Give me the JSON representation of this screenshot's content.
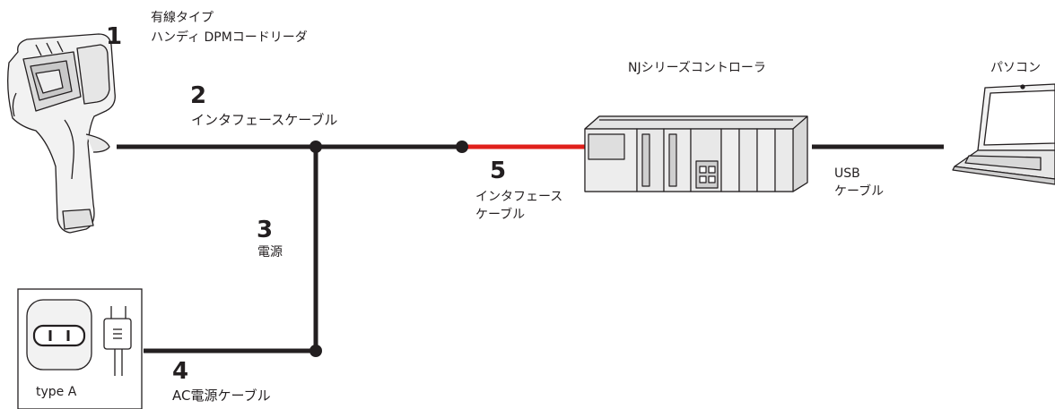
{
  "items": {
    "reader": {
      "number": "1",
      "line1": "有線タイプ",
      "line2": "ハンディ DPMコードリーダ"
    },
    "cable": {
      "number": "2",
      "label": "インタフェースケーブル"
    },
    "power": {
      "number": "3",
      "label": "電源"
    },
    "ac_cable": {
      "number": "4",
      "label": "AC電源ケーブル"
    },
    "if_cable": {
      "number": "5",
      "line1": "インタフェース",
      "line2": "ケーブル"
    }
  },
  "controller": {
    "label": "NJシリーズコントローラ"
  },
  "pc": {
    "label": "パソコン"
  },
  "usb": {
    "line1": "USB",
    "line2": "ケーブル"
  },
  "outlet": {
    "label": "type A"
  },
  "colors": {
    "line": "#231f20",
    "highlight": "#e0201b",
    "device_fill": "#f2f2f2",
    "outline": "#231f20"
  }
}
